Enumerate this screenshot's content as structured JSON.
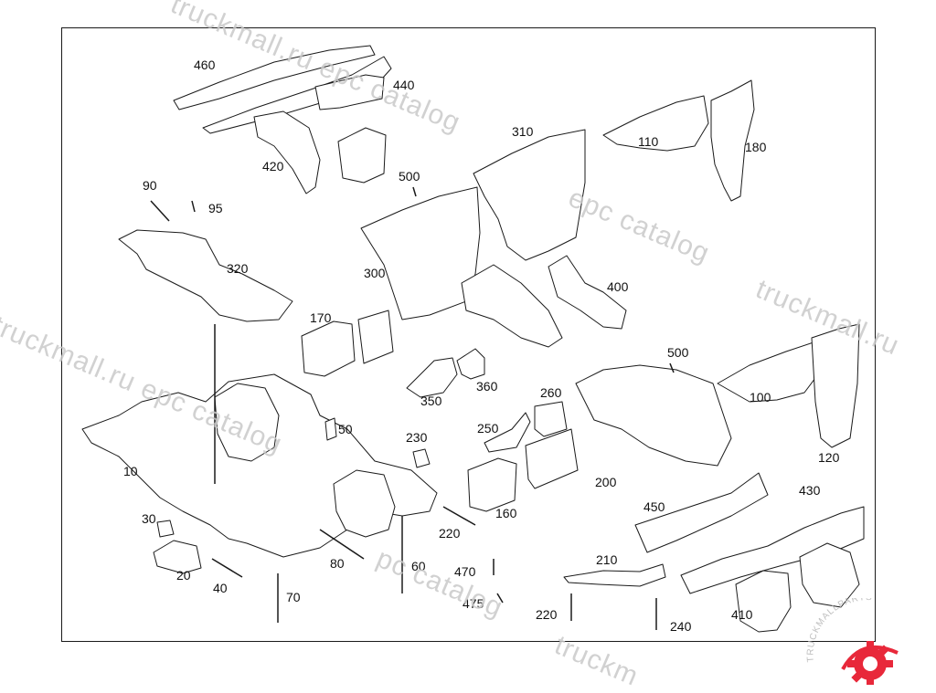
{
  "labels": {
    "l460": "460",
    "l440": "440",
    "l420": "420",
    "l310": "310",
    "l110": "110",
    "l180": "180",
    "l90": "90",
    "l95": "95",
    "l500a": "500",
    "l320": "320",
    "l300": "300",
    "l400": "400",
    "l170": "170",
    "l500b": "500",
    "l100": "100",
    "l350": "350",
    "l360": "360",
    "l260": "260",
    "l250": "250",
    "l230": "230",
    "l50": "50",
    "l120": "120",
    "l10": "10",
    "l200": "200",
    "l450": "450",
    "l430": "430",
    "l160": "160",
    "l220a": "220",
    "l30": "30",
    "l210": "210",
    "l20": "20",
    "l80": "80",
    "l60": "60",
    "l470": "470",
    "l40": "40",
    "l70": "70",
    "l475": "475",
    "l220b": "220",
    "l240": "240",
    "l410": "410"
  },
  "watermarks": {
    "wm1": "truckmall.ru epc catalog",
    "wm2": "truckmall.ru epc catalog",
    "wm3": "epc catalog",
    "wm4": "truckmall.ru",
    "wm5": "pc catalog",
    "wm6": "truckm"
  },
  "logo": {
    "text": "TRUCKMALLPARTS",
    "accent_color": "#e8283a"
  },
  "colors": {
    "line": "#1a1a1a",
    "frame": "#1a1a1a"
  }
}
